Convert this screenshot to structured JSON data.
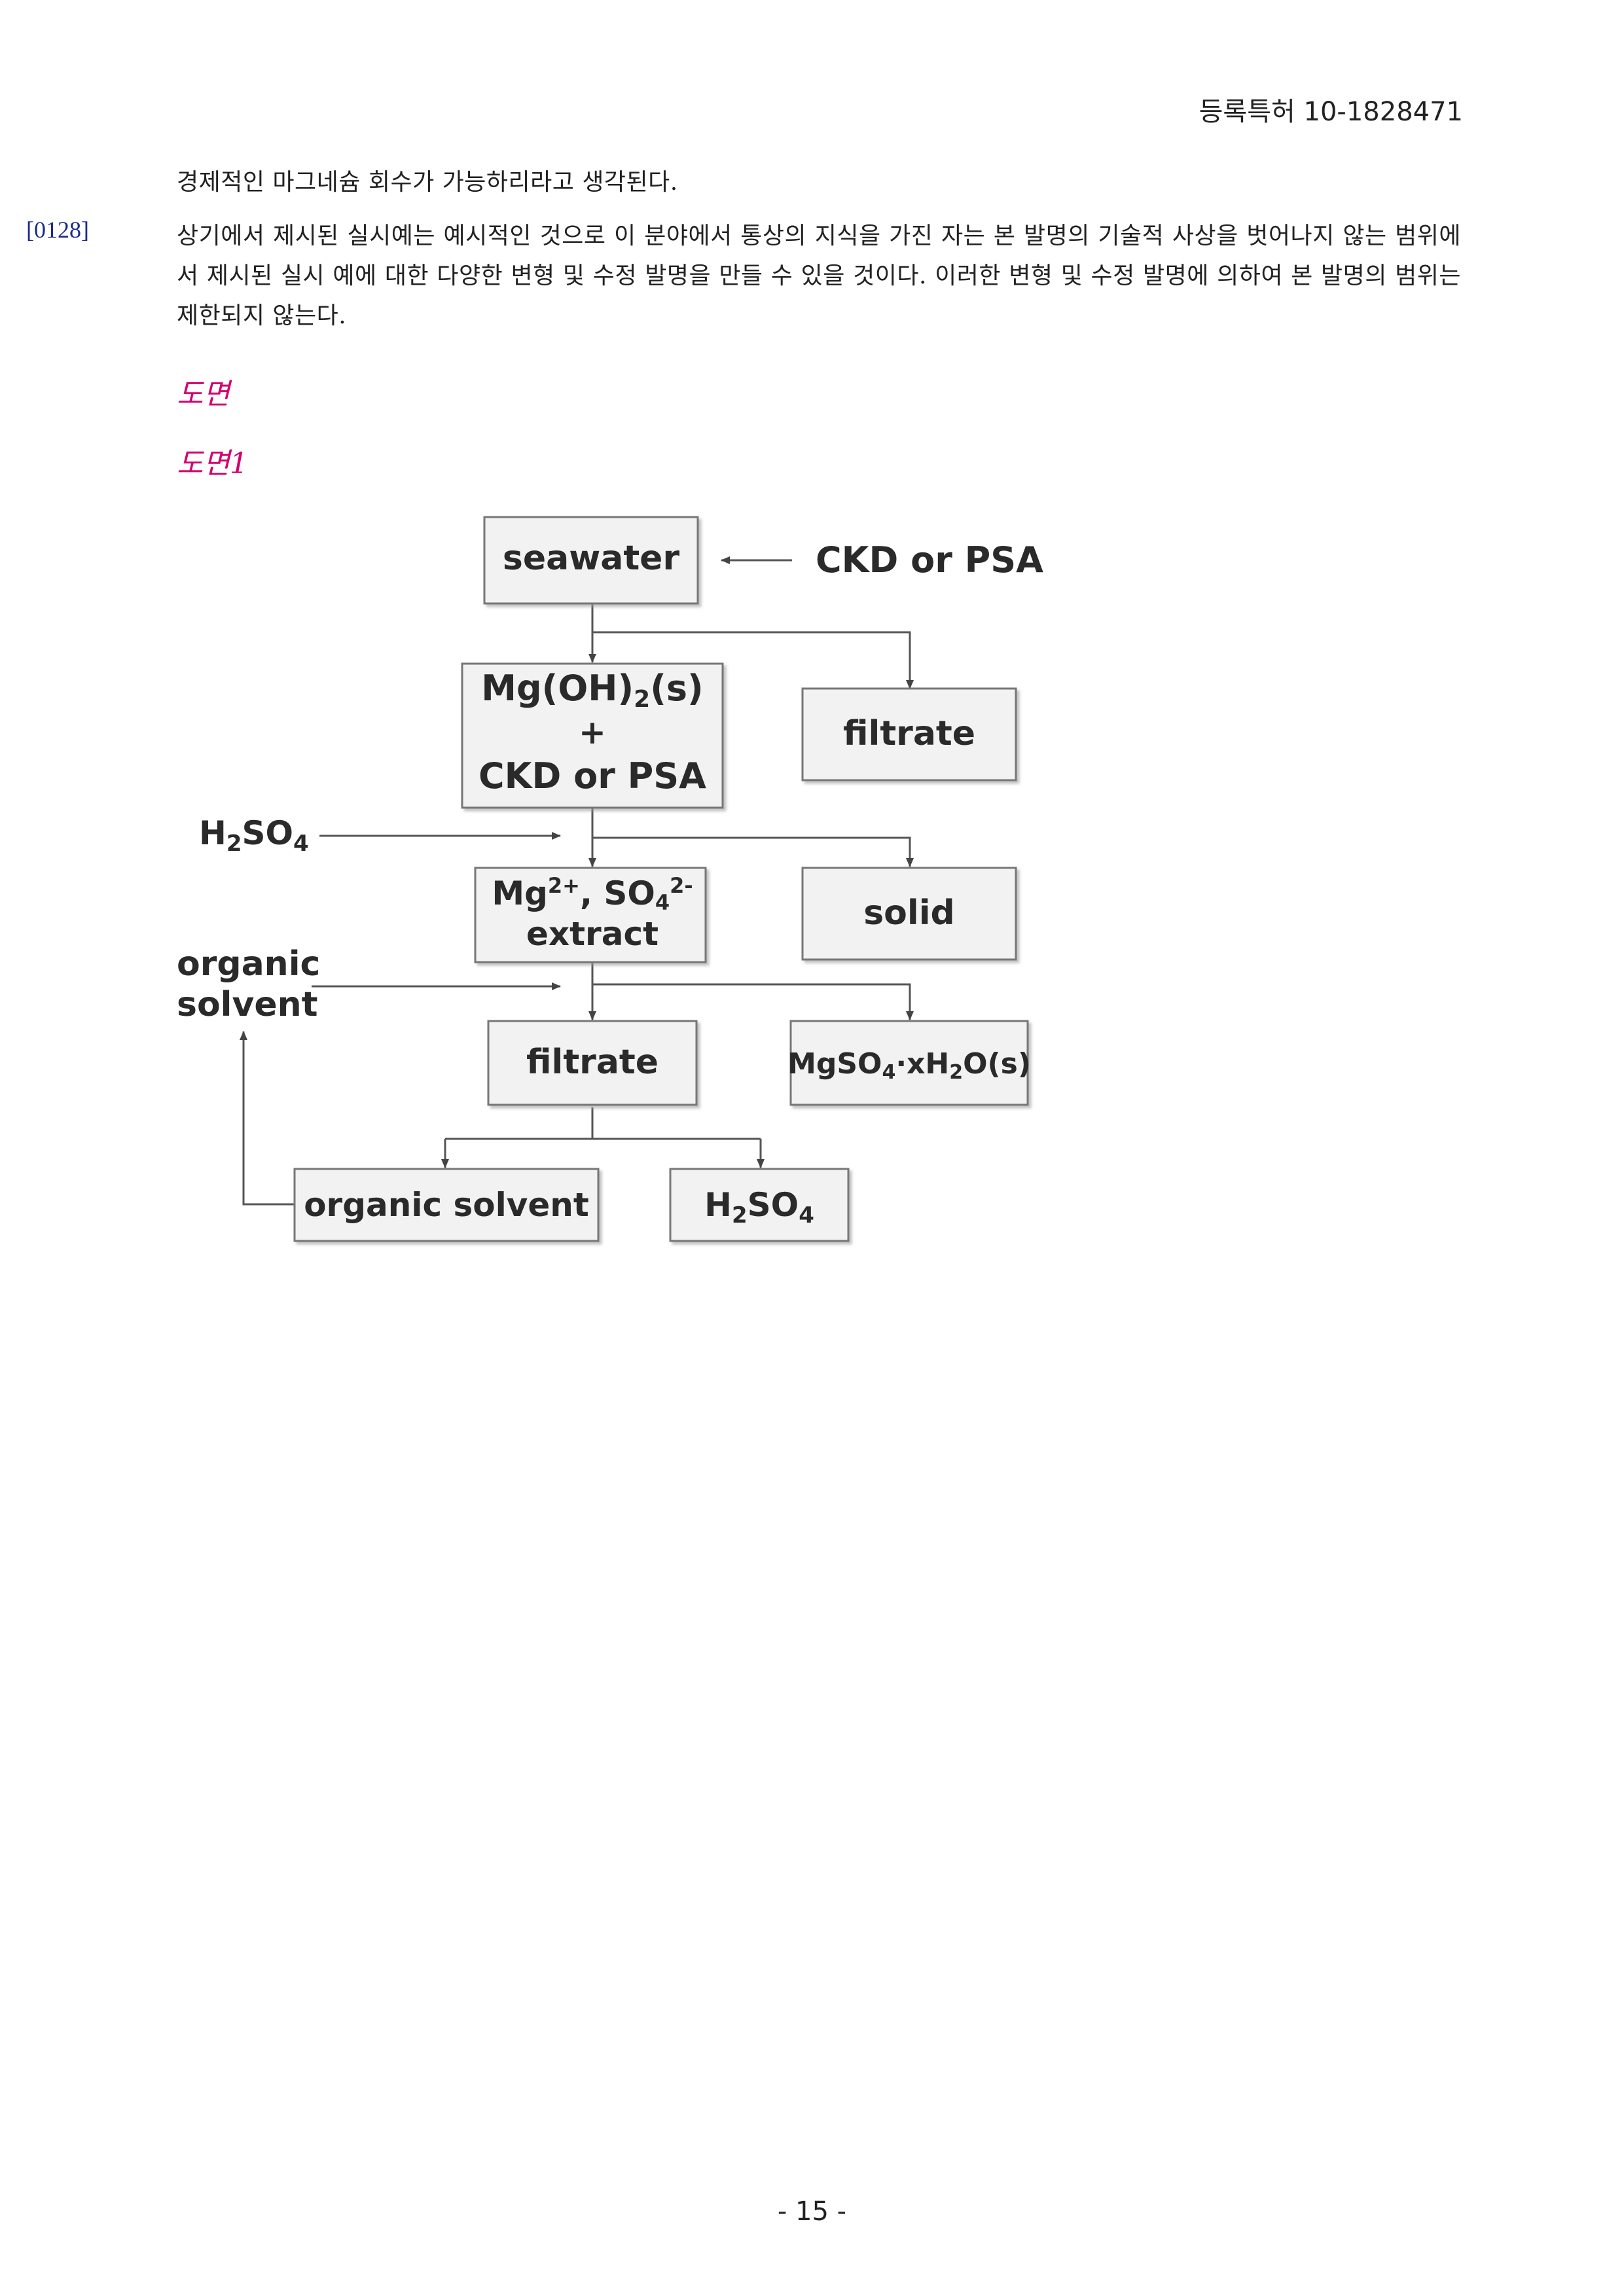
{
  "header": {
    "doc_id": "등록특허 10-1828471"
  },
  "paragraphs": {
    "p0_text": "경제적인 마그네슘 회수가 가능하리라고 생각된다.",
    "p1_num": "[0128]",
    "p1_text": "상기에서 제시된 실시예는 예시적인 것으로 이 분야에서 통상의 지식을 가진 자는 본 발명의 기술적 사상을 벗어나지 않는 범위에서 제시된 실시 예에 대한 다양한 변형 및 수정 발명을 만들 수 있을 것이다. 이러한 변형 및 수정 발명에 의하여 본 발명의 범위는 제한되지 않는다."
  },
  "headings": {
    "drawings": "도면",
    "drawing1": "도면1"
  },
  "diagram": {
    "seawater": "seawater",
    "ckd_psa_input": "CKD or PSA",
    "mgoh_line1": "Mg(OH)",
    "mgoh_sub": "2",
    "mgoh_line1_end": "(s)",
    "plus": "+",
    "ckd_psa_box": "CKD or PSA",
    "filtrate_top": "filtrate",
    "h2so4_h": "H",
    "h2so4_sub2": "2",
    "h2so4_so": "SO",
    "h2so4_sub4": "4",
    "mg_ion": "Mg",
    "mg_ion_sup": "2+",
    "so4_ion": ", SO",
    "so4_ion_sub": "4",
    "so4_ion_sup": "2-",
    "extract": "extract",
    "solid": "solid",
    "organic_solvent_input_1": "organic",
    "organic_solvent_input_2": "solvent",
    "filtrate_mid": "filtrate",
    "mgso4_mg": "MgSO",
    "mgso4_sub4": "4",
    "mgso4_x": "·xH",
    "mgso4_sub2": "2",
    "mgso4_end": "O(s)",
    "organic_solvent_box": "organic solvent",
    "h2so4_box_h": "H",
    "h2so4_box_sub2": "2",
    "h2so4_box_so": "SO",
    "h2so4_box_sub4": "4"
  },
  "footer": {
    "page": "- 15 -"
  }
}
